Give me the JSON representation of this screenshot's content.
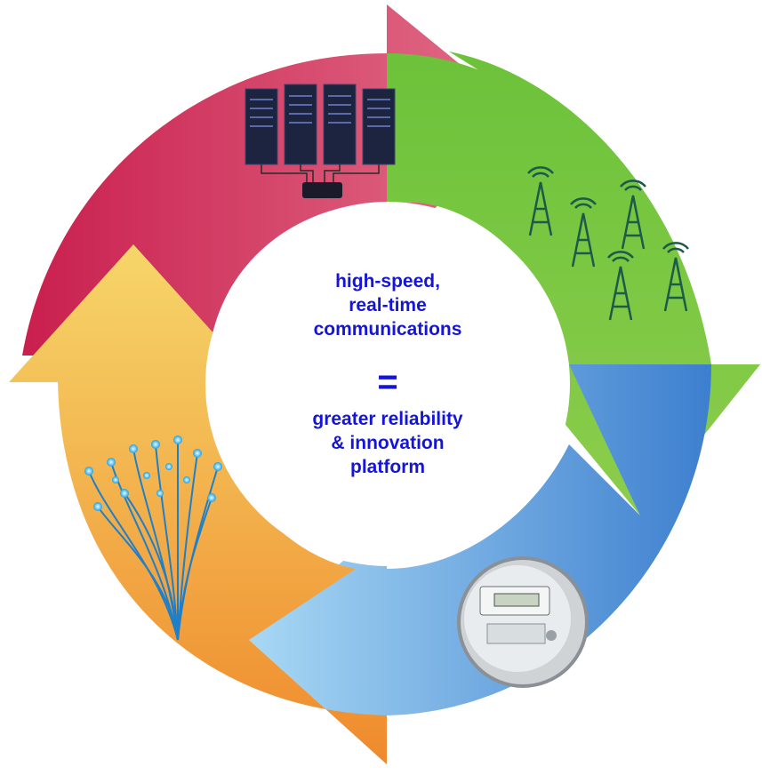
{
  "center": {
    "line1": "high-speed,",
    "line2": "real-time",
    "line3": "communications",
    "equals": "=",
    "line4": "greater reliability",
    "line5": "& innovation",
    "line6": "platform"
  },
  "colors": {
    "red_arrow": "#d4305e",
    "green_arrow": "#7cc242",
    "blue_arrow": "#4d8fd6",
    "orange_arrow": "#f2a33a",
    "text": "#1515d8"
  },
  "icons": [
    "server-rack-icon",
    "cell-tower-icon",
    "smart-meter-icon",
    "fiber-optic-icon"
  ]
}
